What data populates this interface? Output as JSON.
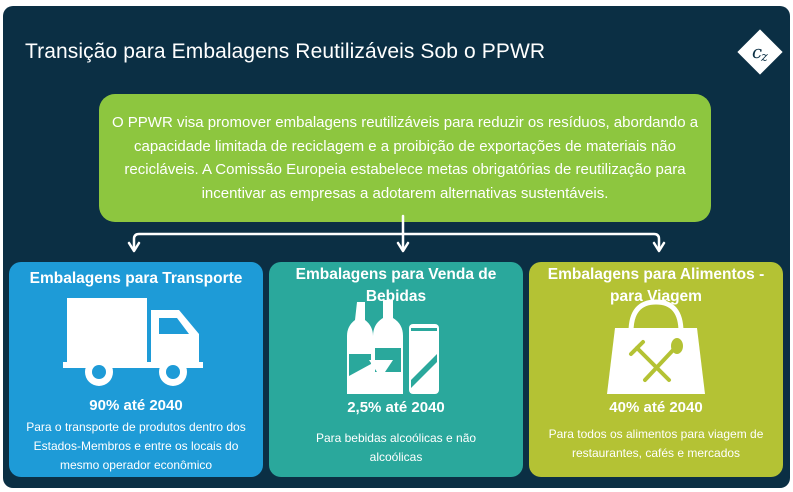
{
  "title": "Transição para Embalagens Reutilizáveis Sob o PPWR",
  "logo": {
    "icon": "cz-logo-icon",
    "text": "CZ"
  },
  "intro": {
    "text": "O PPWR visa promover embalagens reutilizáveis para reduzir os resíduos, abordando a capacidade limitada de reciclagem e a proibição de exportações de materiais não recicláveis. A Comissão Europeia estabelece metas obrigatórias de reutilização para incentivar as empresas a adotarem alternativas sustentáveis."
  },
  "cards": [
    {
      "title": "Embalagens para Transporte",
      "icon": "truck-icon",
      "stat": "90% até 2040",
      "description": "Para o transporte de produtos dentro dos Estados-Membros e entre os locais do mesmo operador econômico",
      "color": "#1e9bd7"
    },
    {
      "title": "Embalagens para Venda de Bebidas",
      "icon": "bottles-icon",
      "stat": "2,5% até 2040",
      "description": "Para bebidas alcoólicas e não alcoólicas",
      "color": "#2aa89c"
    },
    {
      "title": "Embalagens para Alimentos  -  para Viagem",
      "icon": "takeaway-bag-icon",
      "stat": "40% até 2040",
      "description": "Para todos os alimentos para viagem de restaurantes, cafés e mercados",
      "color": "#b4c234"
    }
  ],
  "colors": {
    "background": "#0b2f44",
    "intro": "#8dc63f",
    "connector": "#ffffff"
  }
}
